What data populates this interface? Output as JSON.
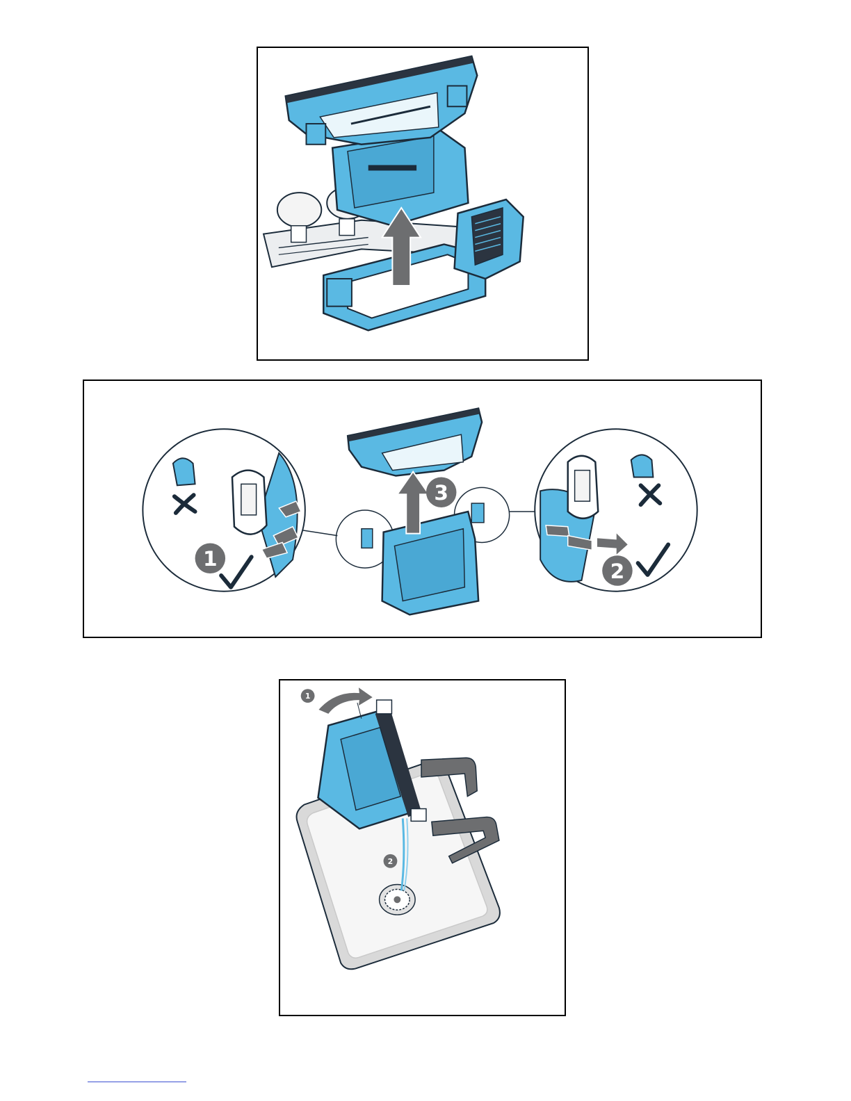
{
  "panels": [
    {
      "step_markers": []
    },
    {
      "step_markers": [
        "1",
        "2",
        "3"
      ]
    },
    {
      "step_markers": [
        "1",
        "2"
      ]
    }
  ],
  "colors": {
    "part_blue": "#5ab9e3",
    "part_outline": "#1b2b3a",
    "arrow_gray": "#6d6e70",
    "sink_gray": "#d9d9d9"
  }
}
